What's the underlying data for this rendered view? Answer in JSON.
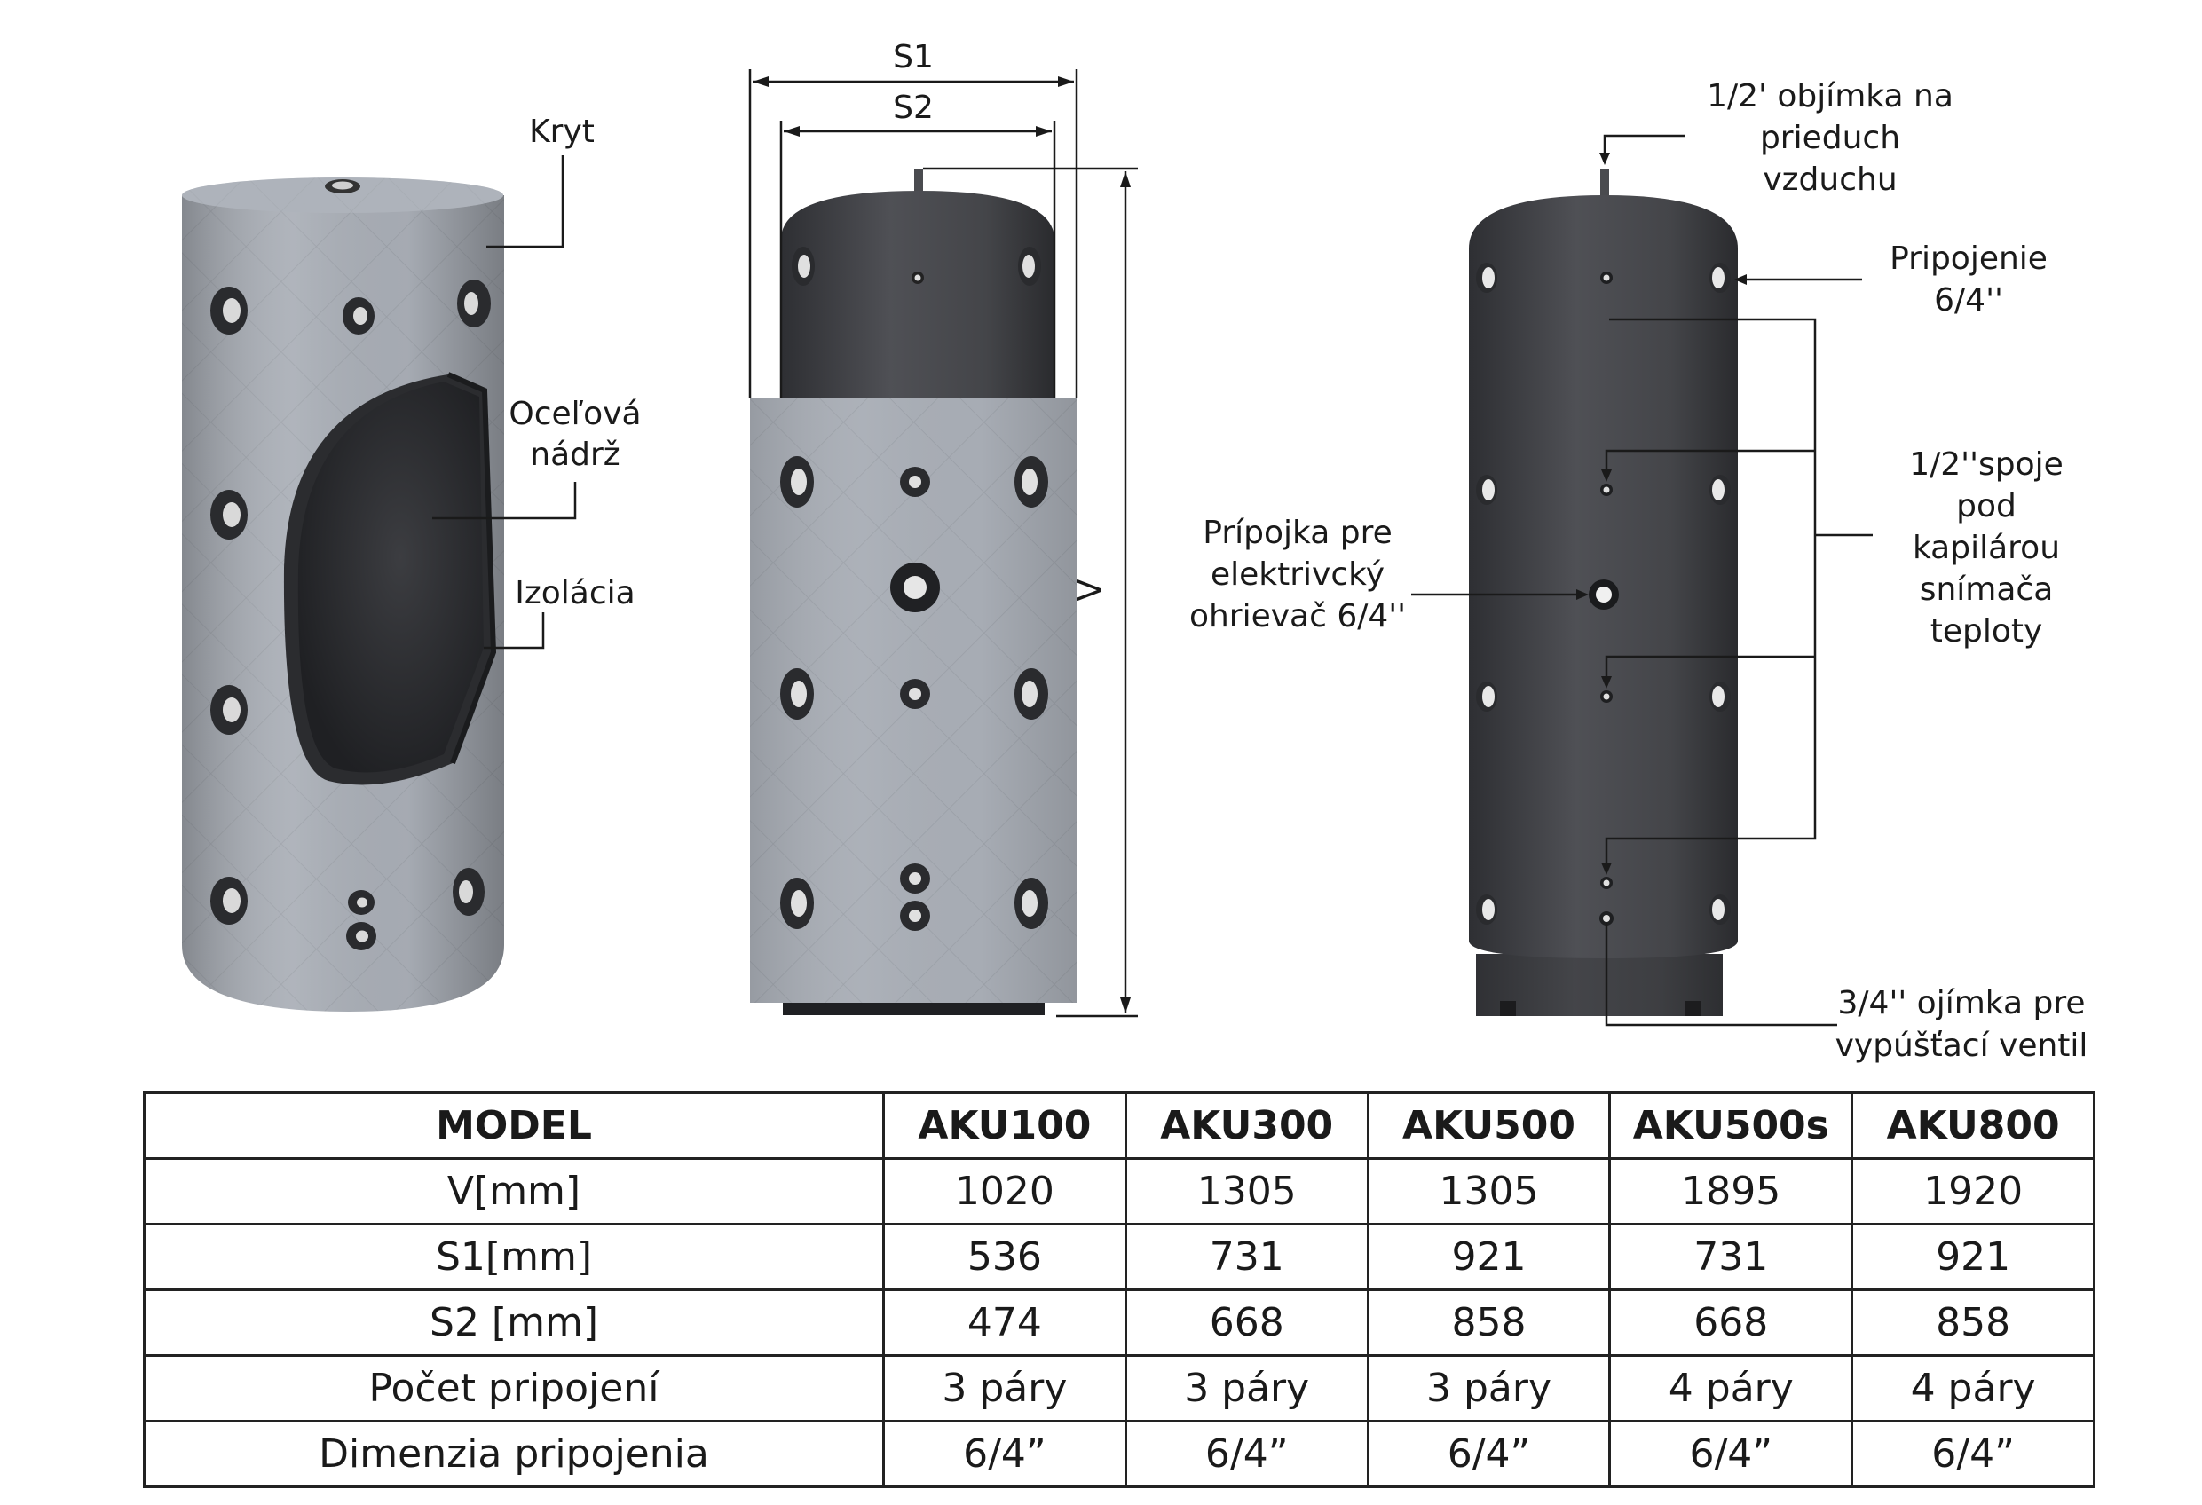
{
  "labels": {
    "kryt": "Kryt",
    "ocelova_1": "Oceľová",
    "ocelova_2": "nádrž",
    "izolacia": "Izolácia",
    "s1": "S1",
    "s2": "S2",
    "v": "V",
    "ventil_1": "1/2' objímka na",
    "ventil_2": "prieduch",
    "ventil_3": "vzduchu",
    "pripojenie_1": "Pripojenie",
    "pripojenie_2": "6/4''",
    "spoje_1": "1/2''spoje",
    "spoje_2": "pod",
    "spoje_3": "kapilárou",
    "spoje_4": "snímača",
    "spoje_5": "teploty",
    "ohrievac_1": "Prípojka pre",
    "ohrievac_2": "elektrivcký",
    "ohrievac_3": "ohrievač 6/4''",
    "vypust_1": "3/4'' ojímka pre",
    "vypust_2": "vypúšťací ventil"
  },
  "colors": {
    "insulation": "#a9aeb6",
    "steel": "#45464a",
    "outline": "#1a1a1a"
  },
  "table": {
    "headers": [
      "MODEL",
      "AKU100",
      "AKU300",
      "AKU500",
      "AKU500s",
      "AKU800"
    ],
    "rows": [
      [
        "V[mm]",
        "1020",
        "1305",
        "1305",
        "1895",
        "1920"
      ],
      [
        "S1[mm]",
        "536",
        "731",
        "921",
        "731",
        "921"
      ],
      [
        "S2 [mm]",
        "474",
        "668",
        "858",
        "668",
        "858"
      ],
      [
        "Počet pripojení",
        "3 páry",
        "3 páry",
        "3 páry",
        "4 páry",
        "4 páry"
      ],
      [
        "Dimenzia pripojenia",
        "6/4”",
        "6/4”",
        "6/4”",
        "6/4”",
        "6/4”"
      ]
    ]
  }
}
